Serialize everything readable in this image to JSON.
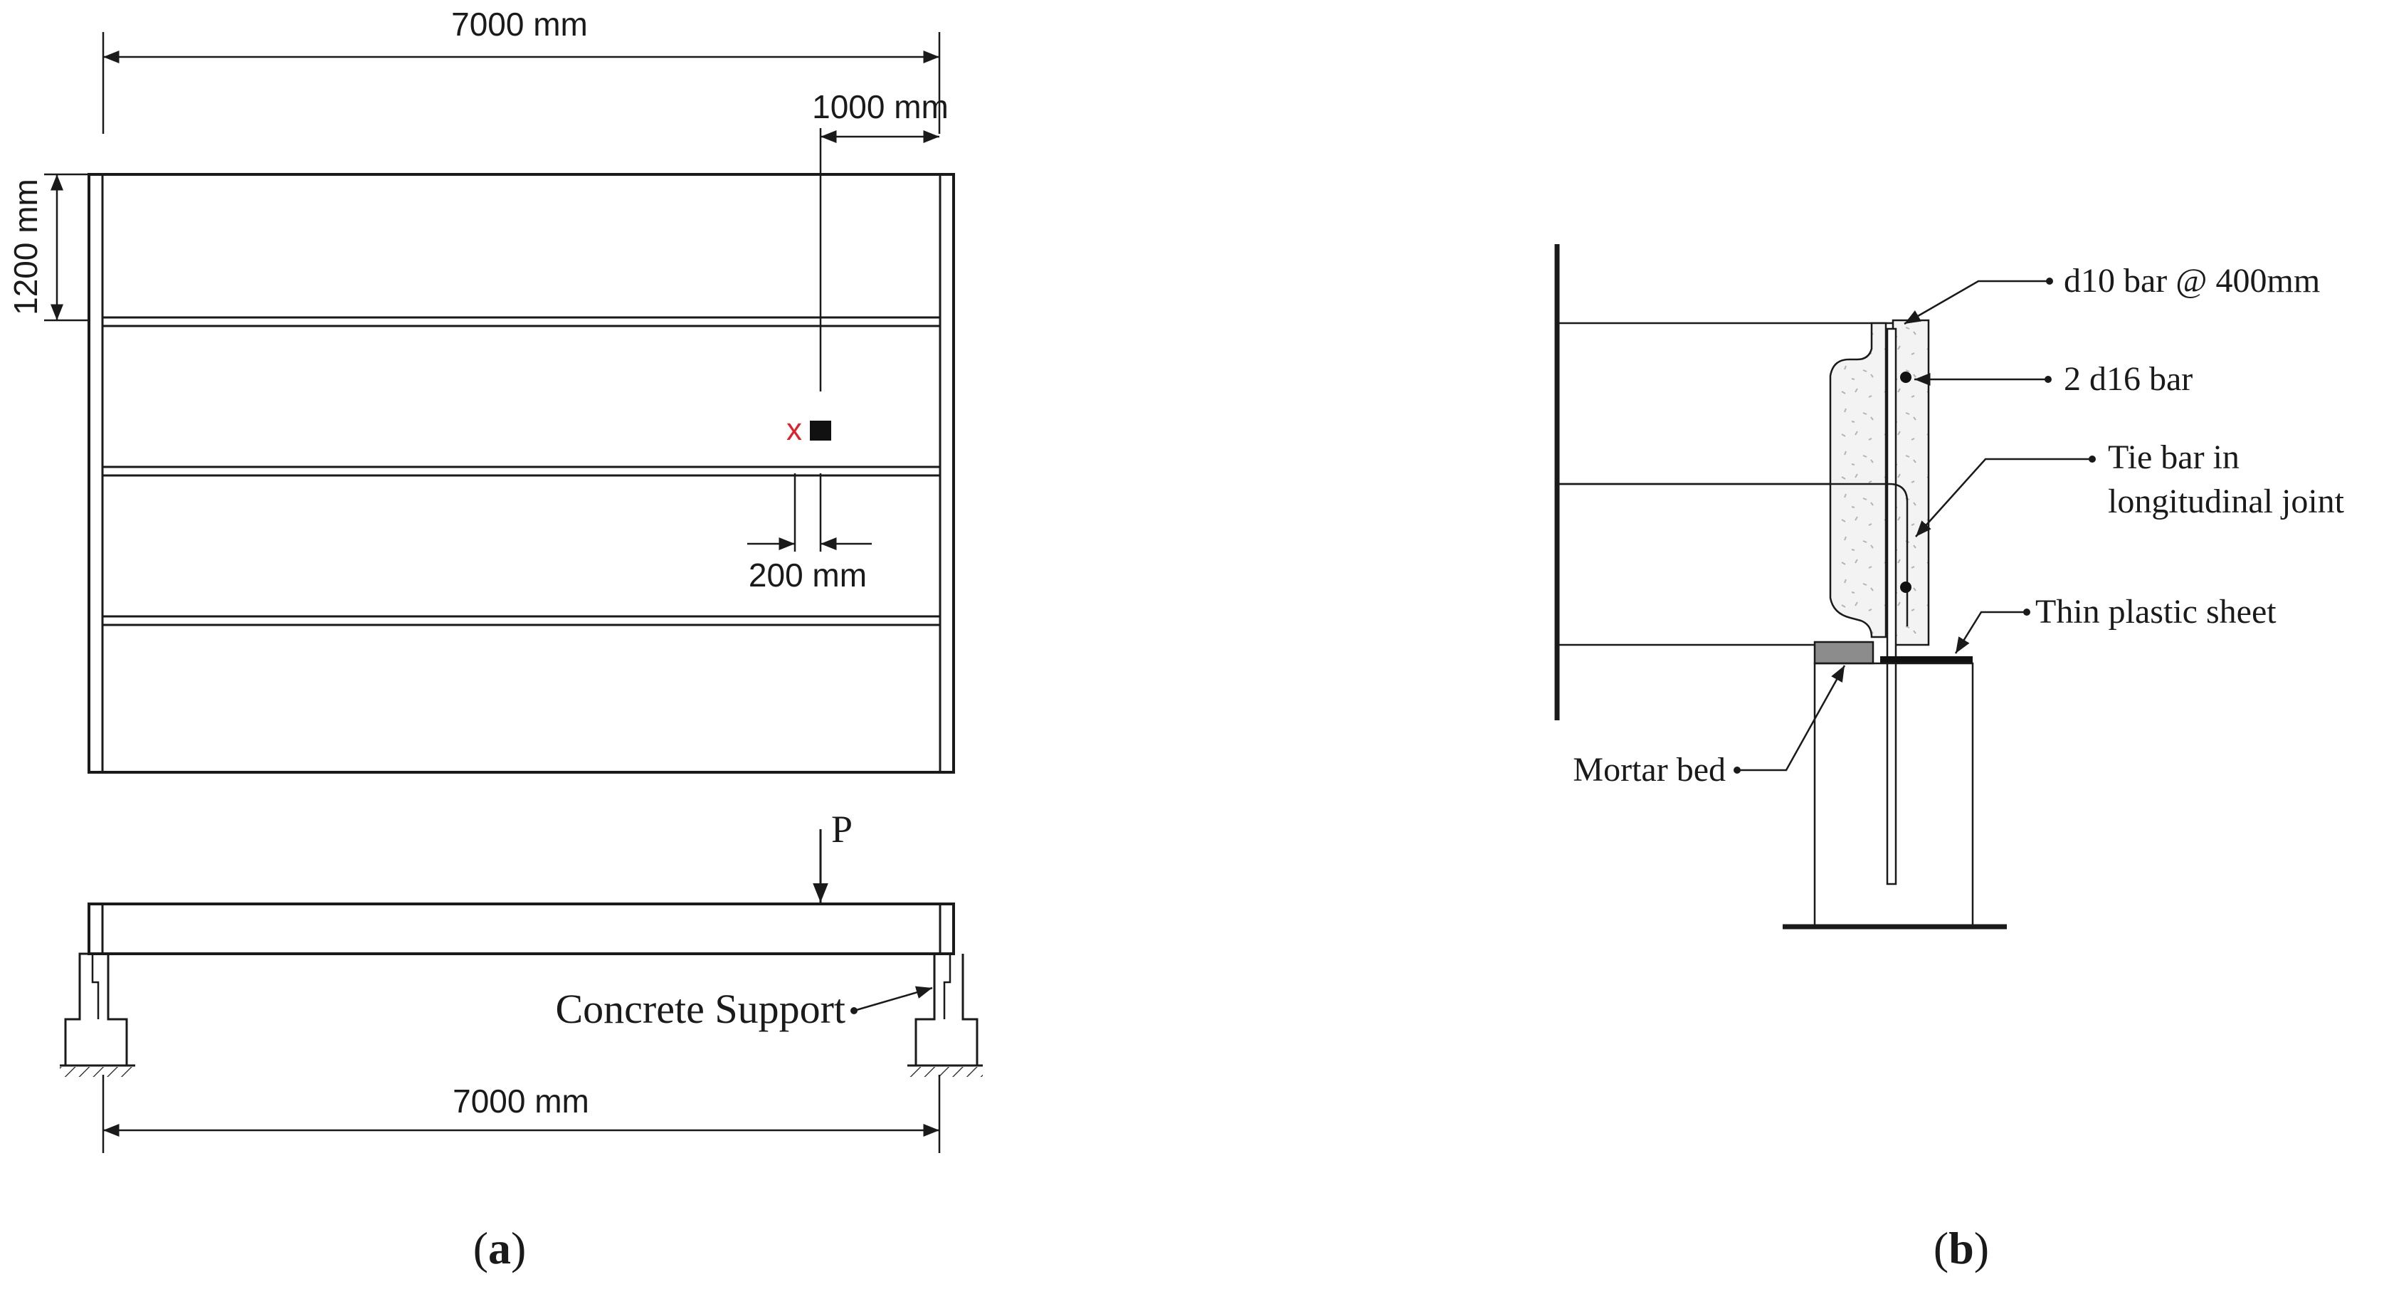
{
  "panel_a": {
    "label": "(a)",
    "label_letter": "a",
    "plan": {
      "dim_total_width": "7000 mm",
      "dim_offset": "1000 mm",
      "dim_panel_width": "1200 mm",
      "dim_gauge_spacing": "200 mm",
      "marker_cross": "x"
    },
    "elevation": {
      "load_label": "P",
      "support_label": "Concrete Support",
      "dim_span": "7000 mm"
    }
  },
  "panel_b": {
    "label": "(b)",
    "label_letter": "b",
    "callouts": {
      "d10_bar": "d10 bar @ 400mm",
      "d16_bar": "2 d16 bar",
      "tie_bar_line1": "Tie bar in",
      "tie_bar_line2": "longitudinal joint",
      "plastic_sheet": "Thin plastic sheet",
      "mortar_bed": "Mortar bed"
    }
  },
  "colors": {
    "line": "#1a1a1a",
    "marker_red": "#e0202a",
    "mortar_gray": "#8c8c8c",
    "grout_fill": "#f2f2f2"
  }
}
